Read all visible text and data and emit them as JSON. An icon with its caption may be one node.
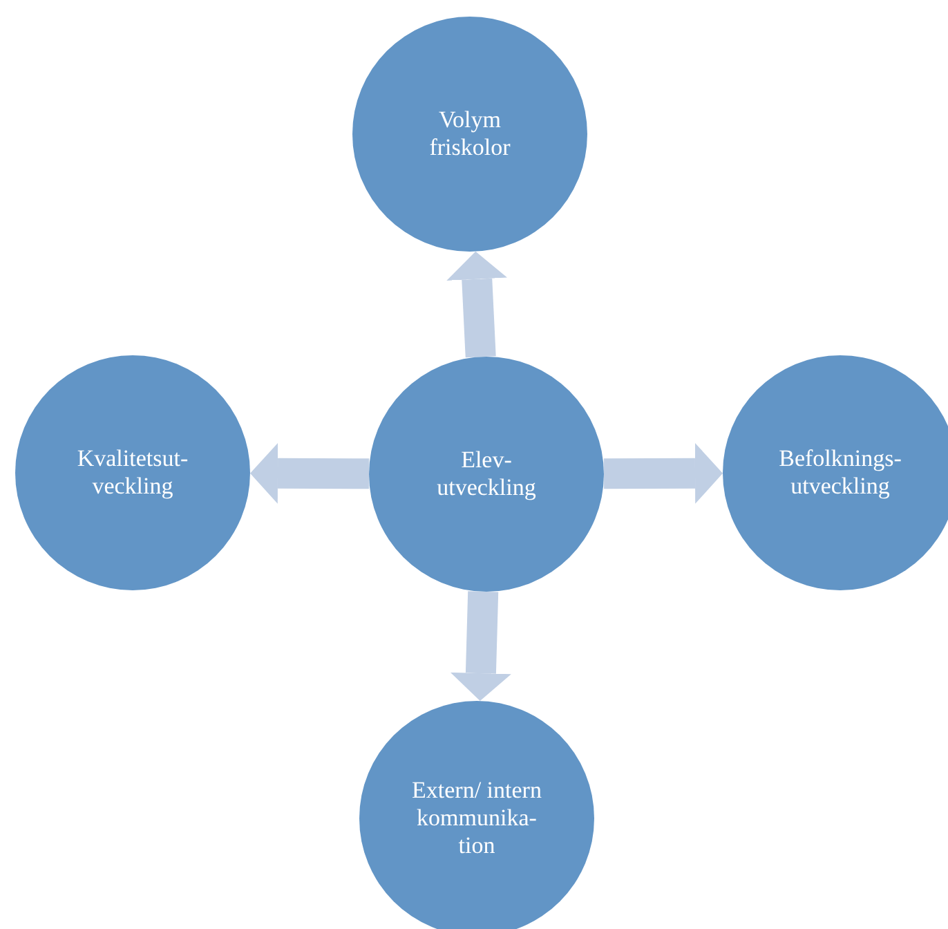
{
  "diagram": {
    "nodes": [
      {
        "text": [
          "Volym friskolor"
        ]
      },
      {
        "text": [
          "Kvalitetsut- veckling"
        ]
      },
      {
        "text": [
          "Elev- utveckling"
        ]
      },
      {
        "text": [
          "Befolknings- utveckling"
        ]
      },
      {
        "text": [
          "Extern/ intern kommunika- tion"
        ]
      }
    ],
    "edges": [
      {
        "from": 2,
        "to": 0,
        "arrow": "to"
      },
      {
        "from": 2,
        "to": 1,
        "arrow": "to"
      },
      {
        "from": 2,
        "to": 3,
        "arrow": "to"
      },
      {
        "from": 2,
        "to": 4,
        "arrow": "to"
      }
    ]
  }
}
